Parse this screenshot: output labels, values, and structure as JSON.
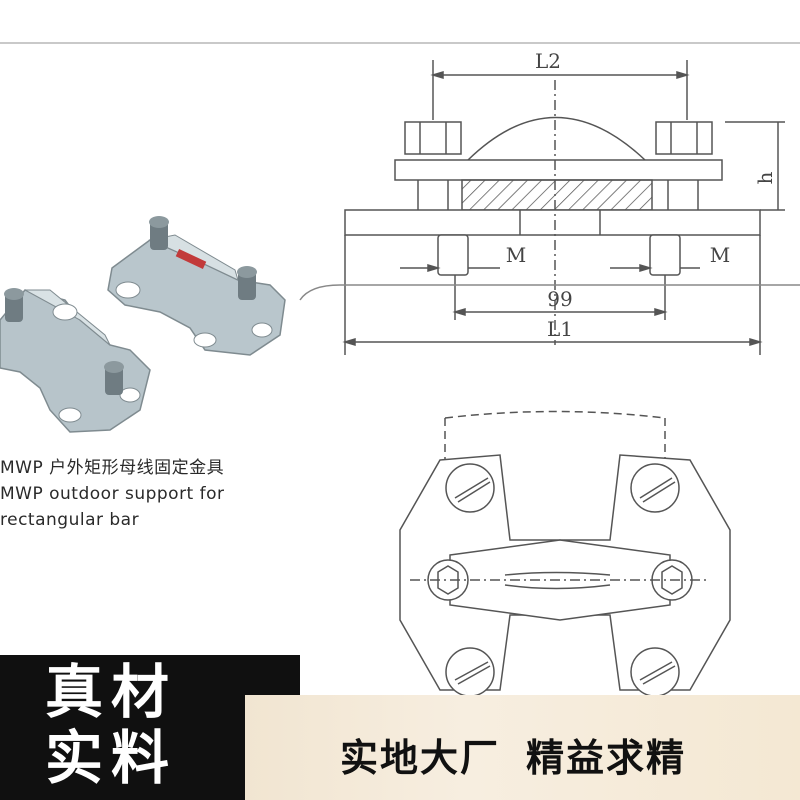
{
  "caption": {
    "line1": "MWP 户外矩形母线固定金具",
    "line2": "MWP outdoor support for",
    "line3": "rectangular bar"
  },
  "drawing": {
    "dim_l2": "L2",
    "dim_h": "h",
    "dim_m_left": "M",
    "dim_m_right": "M",
    "dim_99": "99",
    "dim_l1": "L1"
  },
  "banner": {
    "stamp_line1": "真材",
    "stamp_line2": "实料",
    "slogan_part1": "实地大厂",
    "slogan_part2": "精益求精"
  },
  "colors": {
    "band_dark": "#101010",
    "band_light": "#f4e8d3",
    "line": "#555555"
  }
}
